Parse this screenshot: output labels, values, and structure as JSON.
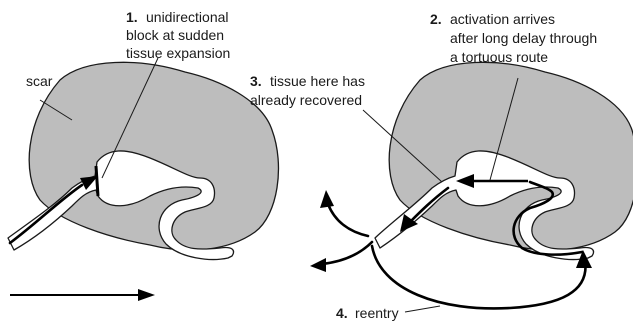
{
  "labels": {
    "scar": "scar",
    "note1": {
      "num": "1.",
      "lines": [
        "unidirectional",
        "block at sudden",
        "tissue expansion"
      ]
    },
    "note2": {
      "num": "2.",
      "lines": [
        "activation arrives",
        "after long delay through",
        "a tortuous route"
      ]
    },
    "note3": {
      "num": "3.",
      "lines": [
        "tissue here has",
        "already recovered"
      ]
    },
    "note4": {
      "num": "4.",
      "text": "reentry"
    }
  },
  "colors": {
    "scar_fill": "#bdbdbd",
    "outline": "#1a1a1a",
    "arrow": "#000000",
    "background": "#ffffff"
  }
}
